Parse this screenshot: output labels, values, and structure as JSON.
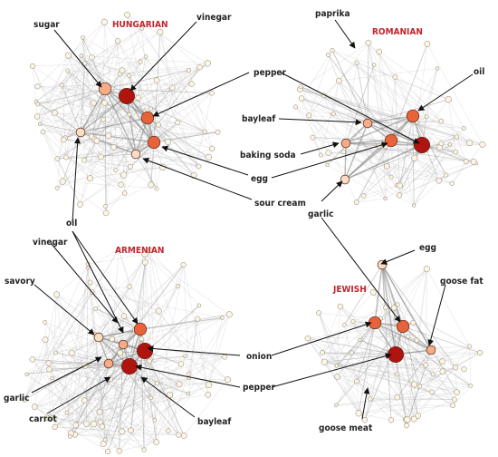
{
  "colors": {
    "title": "#c0262d",
    "edge": "#b8b8b8",
    "edge_strong": "#888888",
    "arrow": "#111111",
    "node_high": "#b0140f",
    "node_mid": "#e8623a",
    "node_low": "#f4ad86",
    "node_pale": "#f9ddc4",
    "node_bg": "#fbf6e4",
    "node_stroke": "#8a7a6a"
  },
  "networks": [
    {
      "id": "hungarian",
      "title": "HUNGARIAN",
      "labels": [
        "sugar",
        "vinegar",
        "pepper",
        "egg",
        "sour cream",
        "oil"
      ],
      "important_nodes": [
        {
          "shade": "node_high",
          "weight": 3
        },
        {
          "shade": "node_low",
          "weight": 2
        },
        {
          "shade": "node_mid",
          "weight": 2
        },
        {
          "shade": "node_mid",
          "weight": 2
        },
        {
          "shade": "node_pale",
          "weight": 1
        },
        {
          "shade": "node_pale",
          "weight": 1
        }
      ]
    },
    {
      "id": "romanian",
      "title": "ROMANIAN",
      "labels": [
        "paprika",
        "oil",
        "bayleaf",
        "baking soda",
        "garlic"
      ],
      "important_nodes": [
        {
          "shade": "node_high",
          "weight": 3
        },
        {
          "shade": "node_mid",
          "weight": 2
        },
        {
          "shade": "node_mid",
          "weight": 2
        },
        {
          "shade": "node_low",
          "weight": 1
        },
        {
          "shade": "node_low",
          "weight": 1
        },
        {
          "shade": "node_pale",
          "weight": 1
        }
      ]
    },
    {
      "id": "armenian",
      "title": "ARMENIAN",
      "labels": [
        "vinegar",
        "savory",
        "onion",
        "garlic",
        "carrot",
        "pepper",
        "bayleaf"
      ],
      "important_nodes": [
        {
          "shade": "node_high",
          "weight": 3
        },
        {
          "shade": "node_high",
          "weight": 3
        },
        {
          "shade": "node_mid",
          "weight": 2
        },
        {
          "shade": "node_low",
          "weight": 1
        },
        {
          "shade": "node_low",
          "weight": 1
        },
        {
          "shade": "node_pale",
          "weight": 1
        }
      ]
    },
    {
      "id": "jewish",
      "title": "JEWISH",
      "labels": [
        "egg",
        "goose fat",
        "goose meat"
      ],
      "important_nodes": [
        {
          "shade": "node_high",
          "weight": 3
        },
        {
          "shade": "node_mid",
          "weight": 2
        },
        {
          "shade": "node_mid",
          "weight": 2
        },
        {
          "shade": "node_low",
          "weight": 1
        },
        {
          "shade": "node_pale",
          "weight": 1
        }
      ]
    }
  ]
}
